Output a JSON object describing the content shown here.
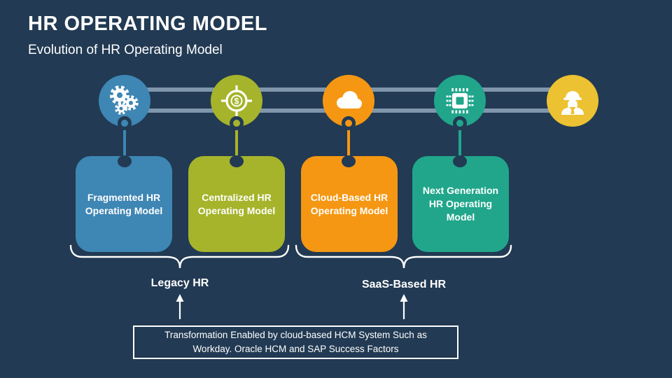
{
  "slide": {
    "title": "HR OPERATING MODEL",
    "subtitle": "Evolution of HR Operating Model"
  },
  "colors": {
    "background": "#223a53",
    "track": "#8096ac",
    "text": "#ffffff",
    "blue": "#3e86b4",
    "green": "#a5b42b",
    "orange": "#f59713",
    "teal": "#21a68b",
    "yellow": "#ecc132"
  },
  "timeline": {
    "items": [
      {
        "icon": "gears-icon",
        "label": "Fragmented HR Operating Model",
        "color": "#3e86b4"
      },
      {
        "icon": "dollar-target-icon",
        "icon_glyph": "$",
        "label": "Centralized HR Operating Model",
        "color": "#a5b42b"
      },
      {
        "icon": "cloud-icon",
        "label": "Cloud-Based HR Operating Model",
        "color": "#f59713"
      },
      {
        "icon": "chip-icon",
        "label": "Next Generation HR Operating Model",
        "color": "#21a68b"
      },
      {
        "icon": "engineer-icon",
        "color": "#ecc132"
      }
    ]
  },
  "groups": [
    {
      "label": "Legacy HR"
    },
    {
      "label": "SaaS-Based HR"
    }
  ],
  "callout": {
    "line1": "Transformation Enabled by cloud-based HCM System Such as",
    "line2": "Workday. Oracle HCM and SAP Success Factors"
  }
}
